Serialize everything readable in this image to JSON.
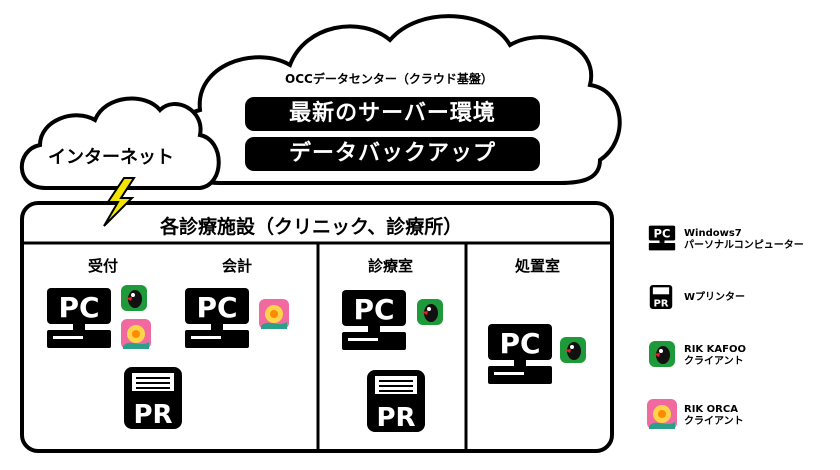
{
  "internet": {
    "label": "インターネット"
  },
  "cloud": {
    "title": "OCCデータセンター（クラウド基盤）",
    "badge1": "最新のサーバー環境",
    "badge2": "データバックアップ"
  },
  "facility": {
    "title": "各診療施設（クリニック、診療所）",
    "rooms": {
      "reception": "受付",
      "accounting": "会計",
      "exam": "診療室",
      "treatment": "処置室"
    }
  },
  "device_labels": {
    "pc": "PC",
    "printer": "PR"
  },
  "legend": {
    "pc_line1": "Windows7",
    "pc_line2": "パーソナルコンピューター",
    "printer": "Wプリンター",
    "kafoo_line1": "RIK KAFOO",
    "kafoo_line2": "クライアント",
    "orca_line1": "RIK ORCA",
    "orca_line2": "クライアント"
  },
  "icons": {
    "pc": "pc-monitor-icon",
    "printer": "printer-icon",
    "kafoo": "kafoo-bird-icon",
    "orca": "orca-flower-icon",
    "lightning": "lightning-bolt-icon"
  },
  "colors": {
    "ink": "#000000",
    "bolt": "#f2e600",
    "kafoo_green": "#1e9a3a",
    "orca_pink": "#f06aa0"
  }
}
